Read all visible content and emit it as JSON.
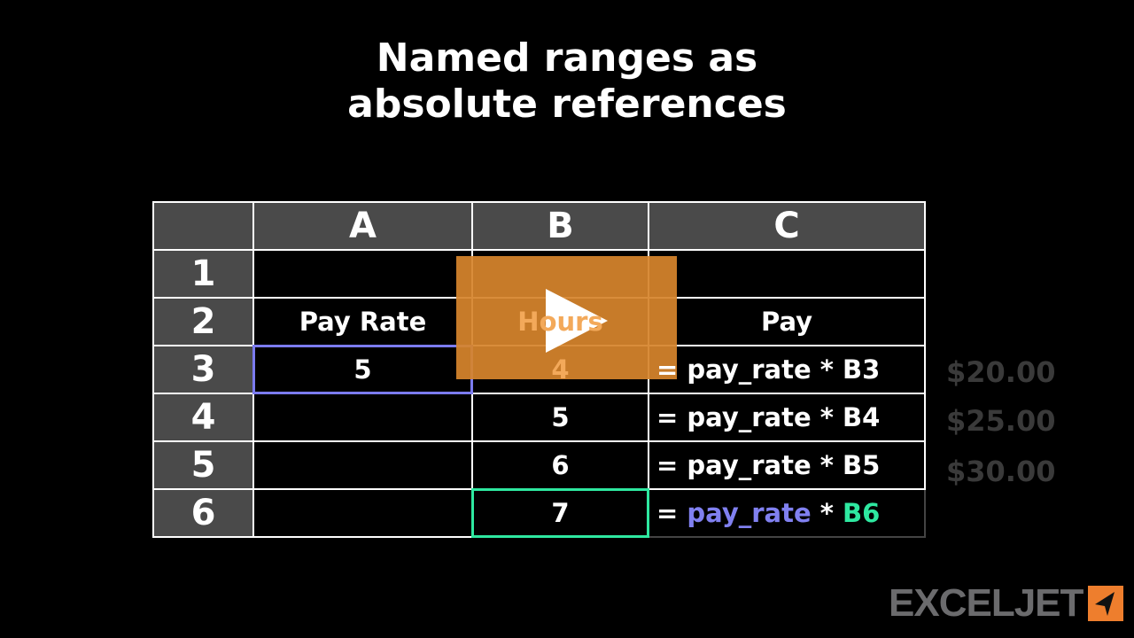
{
  "title": {
    "line1": "Named ranges as",
    "line2": "absolute references"
  },
  "columns": [
    "A",
    "B",
    "C"
  ],
  "rows": [
    {
      "n": "1",
      "a": "",
      "b": "",
      "c": ""
    },
    {
      "n": "2",
      "a": "Pay Rate",
      "b": "Hours",
      "c": "Pay"
    },
    {
      "n": "3",
      "a": "5",
      "b": "4",
      "c": "= pay_rate * B3"
    },
    {
      "n": "4",
      "a": "",
      "b": "5",
      "c": "= pay_rate * B4"
    },
    {
      "n": "5",
      "a": "",
      "b": "6",
      "c": "= pay_rate * B5"
    },
    {
      "n": "6",
      "a": "",
      "b": "7",
      "c_eq": "= ",
      "c_name": "pay_rate",
      "c_op": " * ",
      "c_ref": "B6"
    }
  ],
  "results": [
    "$20.00",
    "$25.00",
    "$30.00"
  ],
  "logo": {
    "text": "EXCELJET"
  },
  "colors": {
    "named_range": "#7b7bef",
    "cell_ref": "#2ee8a0",
    "play_overlay": "#d6842c",
    "logo_accent": "#ee7e2d"
  },
  "play_button": {
    "icon": "play-icon"
  }
}
